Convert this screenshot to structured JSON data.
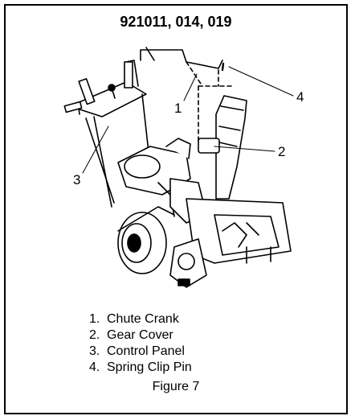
{
  "figure": {
    "title": "921011, 014, 019",
    "caption": "Figure 7"
  },
  "callouts": {
    "c1": "1",
    "c2": "2",
    "c3": "3",
    "c4": "4"
  },
  "legend": [
    {
      "num": "1.",
      "text": "Chute Crank"
    },
    {
      "num": "2.",
      "text": "Gear Cover"
    },
    {
      "num": "3.",
      "text": "Control Panel"
    },
    {
      "num": "4.",
      "text": "Spring Clip Pin"
    }
  ]
}
